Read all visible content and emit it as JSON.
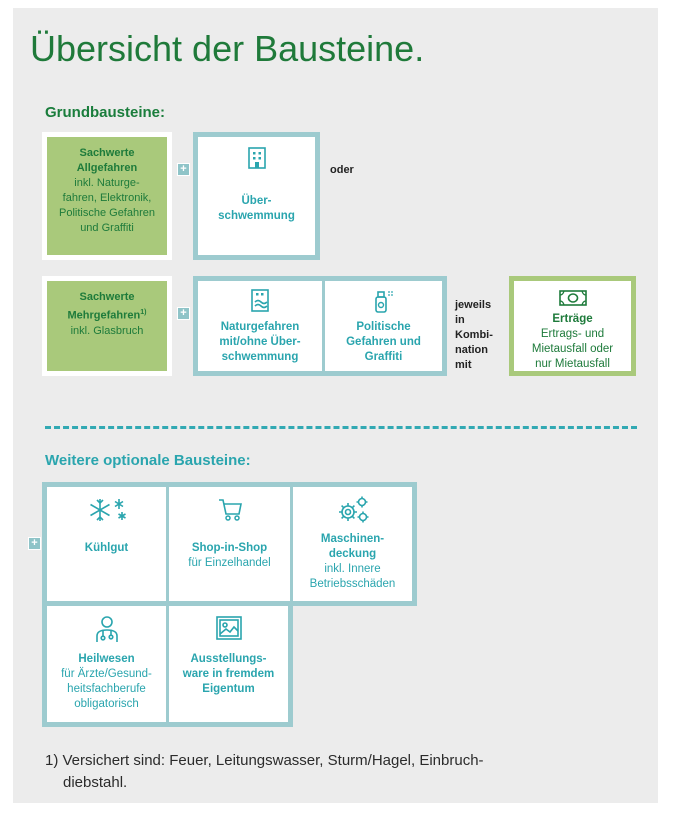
{
  "title": "Übersicht der Bausteine.",
  "grund": {
    "heading": "Grundbausteine:",
    "allgefahren": {
      "title": "Sachwerte Allgefahren",
      "text": "inkl. Naturge-fahren, Elektronik, Politische Gefahren und Graffiti"
    },
    "ueberschwemmung": {
      "label": "Über-schwemmung",
      "icon": "building-flood-icon"
    },
    "oder": "oder",
    "mehrgefahren": {
      "title": "Sachwerte Mehrgefahren",
      "sup": "1)",
      "text": "inkl. Glasbruch"
    },
    "naturgefahren": {
      "label": "Naturgefahren mit/ohne Über-schwemmung",
      "icon": "building-storm-icon"
    },
    "politisch": {
      "label": "Politische Gefahren und Graffiti",
      "icon": "spray-can-icon"
    },
    "jeweils": "jeweils in Kombi-nation mit",
    "ertraege": {
      "title": "Erträge",
      "text": "Ertrags- und Mietausfall oder nur Mietausfall",
      "icon": "banknote-icon"
    }
  },
  "optional": {
    "heading": "Weitere optionale Bausteine:",
    "kuehlgut": {
      "label": "Kühlgut",
      "icon": "snowflake-icon"
    },
    "shop": {
      "title": "Shop-in-Shop",
      "text": "für Einzelhandel",
      "icon": "shopping-cart-icon"
    },
    "maschinen": {
      "title": "Maschinen-deckung",
      "text": "inkl. Innere Betriebsschäden",
      "icon": "gears-icon"
    },
    "heilwesen": {
      "title": "Heilwesen",
      "text": "für Ärzte/Gesund-heitsfachberufe obligatorisch",
      "icon": "doctor-icon"
    },
    "ausstellung": {
      "label": "Ausstellungs-ware in fremdem Eigentum",
      "icon": "picture-icon"
    }
  },
  "plus_symbol": "+",
  "footnote": "1) Versichert sind: Feuer, Leitungswasser, Sturm/Hagel, Einbruch-diebstahl.",
  "colors": {
    "green_dark": "#1f7a3a",
    "green_light": "#a9c97b",
    "teal": "#2aa5ae",
    "teal_border": "#9dcbcf",
    "panel": "#ececec"
  }
}
